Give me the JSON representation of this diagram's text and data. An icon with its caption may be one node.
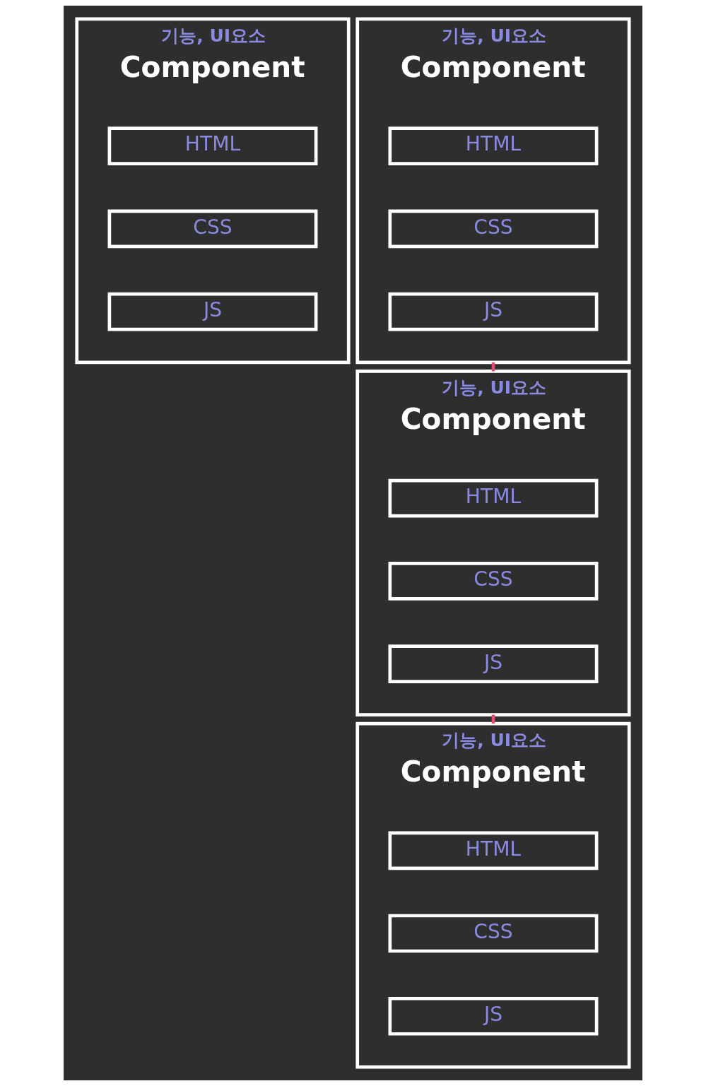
{
  "diagram": {
    "nodes": [
      {
        "text": [
          "기능, UI요소",
          "Component"
        ]
      },
      {
        "text": [
          "HTML"
        ],
        "in": 0
      },
      {
        "text": [
          "CSS"
        ],
        "in": 0
      },
      {
        "text": [
          "JS"
        ],
        "in": 0
      },
      {
        "text": [
          "기능, UI요소",
          "Component"
        ]
      },
      {
        "text": [
          "HTML"
        ],
        "in": 4
      },
      {
        "text": [
          "CSS"
        ],
        "in": 4
      },
      {
        "text": [
          "JS"
        ],
        "in": 4
      },
      {
        "text": [
          "기능, UI요소",
          "Component"
        ]
      },
      {
        "text": [
          "HTML"
        ],
        "in": 8
      },
      {
        "text": [
          "CSS"
        ],
        "in": 8
      },
      {
        "text": [
          "JS"
        ],
        "in": 8
      },
      {
        "text": [
          "기능, UI요소",
          "Component"
        ]
      },
      {
        "text": [
          "HTML"
        ],
        "in": 12
      },
      {
        "text": [
          "CSS"
        ],
        "in": 12
      },
      {
        "text": [
          "JS"
        ],
        "in": 12
      }
    ],
    "edges": [
      {
        "from": 4,
        "to": 8,
        "arrow": "none",
        "color": "#e0506e"
      },
      {
        "from": 8,
        "to": 12,
        "arrow": "none",
        "color": "#e0506e"
      }
    ]
  }
}
